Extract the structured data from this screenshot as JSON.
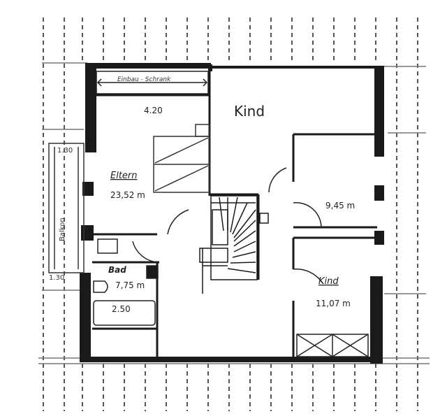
{
  "labels": {
    "einbau_schrank": "Einbau - Schrank",
    "dim_4_20": "4.20",
    "kind_top": "Kind",
    "eltern": "Eltern",
    "area_eltern": "23,52 m",
    "balkon": "Balkon",
    "dim_1_30_top": "1.30",
    "dim_1_30_bottom": "1.30",
    "area_kind_small": "9,45 m",
    "bad": "Bad",
    "area_bad": "7,75 m",
    "dim_2_50": "2.50",
    "kind_bottom": "Kind",
    "area_kind_bottom": "11,07 m"
  }
}
